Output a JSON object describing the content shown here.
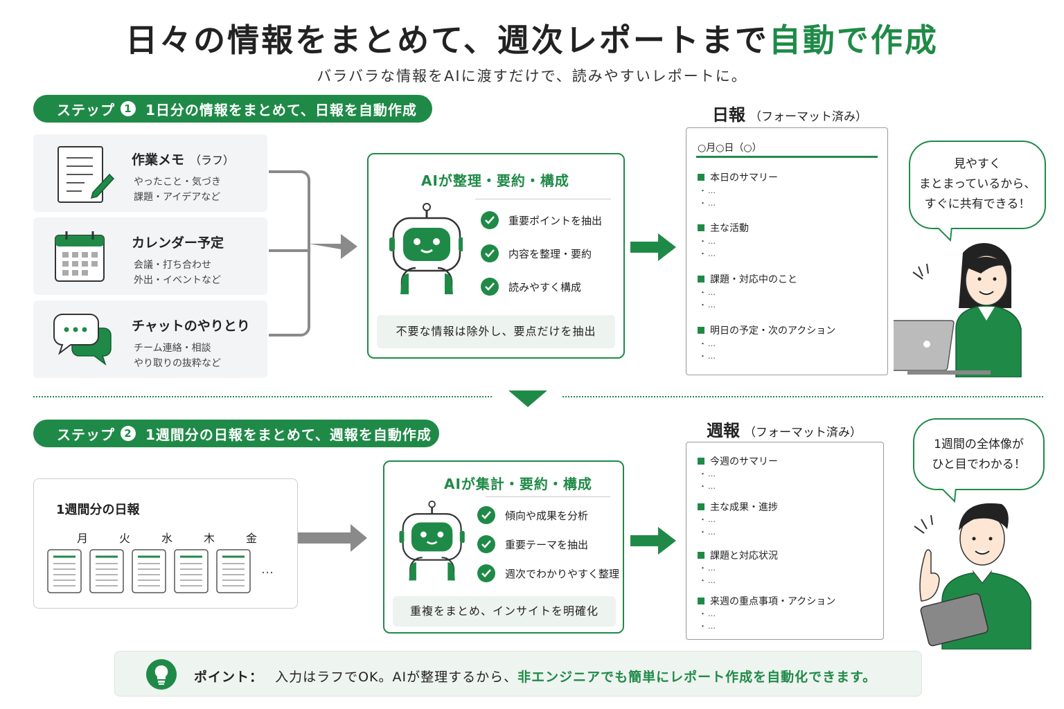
{
  "title": {
    "main": "日々の情報をまとめて、週次レポートまで",
    "accent": "自動で作成"
  },
  "subtitle": "バラバラな情報をAIに渡すだけで、読みやすいレポートに。",
  "step1": {
    "label": "ステップ",
    "num": "1",
    "text": "1日分の情報をまとめて、日報を自動作成",
    "sources": [
      {
        "title": "作業メモ",
        "sub": "（ラフ）",
        "lines": [
          "やったこと・気づき",
          "課題・アイデアなど"
        ]
      },
      {
        "title": "カレンダー予定",
        "sub": "",
        "lines": [
          "会議・打ち合わせ",
          "外出・イベントなど"
        ]
      },
      {
        "title": "チャットのやりとり",
        "sub": "",
        "lines": [
          "チーム連絡・相談",
          "やり取りの抜粋など"
        ]
      }
    ],
    "ai": {
      "title": "AIが整理・要約・構成",
      "checks": [
        "重要ポイントを抽出",
        "内容を整理・要約",
        "読みやすく構成"
      ],
      "footer": "不要な情報は除外し、要点だけを抽出"
    },
    "report": {
      "heading": "日報",
      "heading_sub": "（フォーマット済み）",
      "date": "○月○日（○）",
      "sections": [
        "本日のサマリー",
        "主な活動",
        "課題・対応中のこと",
        "明日の予定・次のアクション"
      ],
      "dots": [
        "・…",
        "・…"
      ]
    },
    "bubble": [
      "見やすく",
      "まとまっているから、",
      "すぐに共有できる！"
    ]
  },
  "step2": {
    "label": "ステップ",
    "num": "2",
    "text": "1週間分の日報をまとめて、週報を自動作成",
    "week": {
      "title": "1週間分の日報",
      "days": [
        "月",
        "火",
        "水",
        "木",
        "金"
      ],
      "more": "…"
    },
    "ai": {
      "title": "AIが集計・要約・構成",
      "checks": [
        "傾向や成果を分析",
        "重要テーマを抽出",
        "週次でわかりやすく整理"
      ],
      "footer": "重複をまとめ、インサイトを明確化"
    },
    "report": {
      "heading": "週報",
      "heading_sub": "（フォーマット済み）",
      "sections": [
        "今週のサマリー",
        "主な成果・進捗",
        "課題と対応状況",
        "来週の重点事項・アクション"
      ],
      "dots": [
        "・…",
        "・…"
      ]
    },
    "bubble": [
      "1週間の全体像が",
      "ひと目でわかる！"
    ]
  },
  "point": {
    "label": "ポイント：",
    "text": "入力はラフでOK。AIが整理するから、",
    "accent": "非エンジニアでも簡単にレポート作成を自動化できます。"
  },
  "colors": {
    "accent": "#1f8a47",
    "pale": "#edf3ef",
    "card": "#f3f4f5",
    "connector": "#8a8a8a"
  }
}
